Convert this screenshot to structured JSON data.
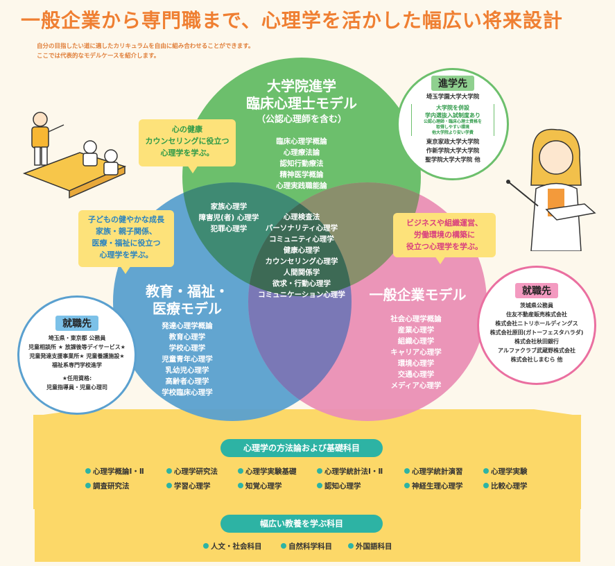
{
  "title": "一般企業から専門職まで、心理学を活かした幅広い将来設計",
  "intro": [
    "自分の目指したい道に適したカリキュラムを自由に組み合わせることができます。",
    "ここでは代表的なモデルケースを紹介します。"
  ],
  "colors": {
    "accent_orange": "#ef7f32",
    "green_circle": "#6cbf6c",
    "blue_circle": "#5aa0cf",
    "pink_circle": "#ea8fb5",
    "teal_pill": "#2db3a4",
    "yellow_band": "#fcd868"
  },
  "green_model": {
    "heading": [
      "大学院進学",
      "臨床心理士モデル"
    ],
    "note": "（公認心理師を含む）",
    "courses": [
      "臨床心理学概論",
      "心理療法論",
      "認知行動療法",
      "精神医学概論",
      "心理実践職能論"
    ]
  },
  "blue_model": {
    "heading": [
      "教育・福祉・",
      "医療モデル"
    ],
    "courses": [
      "発達心理学概論",
      "教育心理学",
      "学校心理学",
      "児童青年心理学",
      "乳幼児心理学",
      "高齢者心理学",
      "学校臨床心理学"
    ]
  },
  "pink_model": {
    "heading": "一般企業モデル",
    "courses": [
      "社会心理学概論",
      "産業心理学",
      "組織心理学",
      "キャリア心理学",
      "環境心理学",
      "交通心理学",
      "メディア心理学"
    ]
  },
  "green_blue_overlap": [
    "家族心理学",
    "障害児(者) 心理学",
    "犯罪心理学"
  ],
  "center_overlap": [
    "心理検査法",
    "パーソナリティ心理学",
    "コミュニティ心理学",
    "健康心理学",
    "カウンセリング心理学",
    "人間関係学",
    "欲求・行動心理学",
    "コミュニケーション心理学"
  ],
  "callouts": {
    "green": [
      "心の健康",
      "カウンセリングに役立つ",
      "心理学を学ぶ。"
    ],
    "blue": [
      "子どもの健やかな成長",
      "家族・親子関係、",
      "医療・福祉に役立つ",
      "心理学を学ぶ。"
    ],
    "pink": [
      "ビジネスや組織運営、",
      "労働環境の構築に",
      "役立つ心理学を学ぶ。"
    ]
  },
  "grad_school": {
    "badge": "進学先",
    "top": "埼玉学園大学大学院",
    "box": [
      "大学院を併設",
      "学内選抜入試制度あり"
    ],
    "box_small": [
      "公認心理師・臨床心理士資格を",
      "取得しやすい環境",
      "他大学院より安い学費"
    ],
    "others": [
      "東京家政大学大学院",
      "作新学院大学大学院",
      "聖学院大学大学院 他"
    ]
  },
  "jobs_left": {
    "badge": "就職先",
    "items": [
      "埼玉県・東京都 公務員",
      "児童相談所 ★ 放課後等デイサービス★",
      "児童発達支援事業所★ 児童養護施設★",
      "福祉系専門学校進学"
    ],
    "qual_title": "★任用資格:",
    "qual": "児童指導員・児童心理司"
  },
  "jobs_right": {
    "badge": "就職先",
    "items": [
      "茨城県公務員",
      "住友不動産販売株式会社",
      "株式会社ニトリホールディングス",
      "株式会社原田(ガトーフェスタハラダ)",
      "株式会社秋田銀行",
      "アルファクラブ武蔵野株式会社",
      "株式会社しまむら 他"
    ]
  },
  "foundation": {
    "label": "心理学の方法論および基礎科目",
    "row1": [
      "心理学概論Ⅰ・Ⅱ",
      "心理学研究法",
      "心理学実験基礎",
      "心理学統計法Ⅰ・Ⅱ",
      "心理学統計演習",
      "心理学実験"
    ],
    "row2": [
      "調査研究法",
      "学習心理学",
      "知覚心理学",
      "認知心理学",
      "神経生理心理学",
      "比較心理学"
    ]
  },
  "liberal": {
    "label": "幅広い教養を学ぶ科目",
    "items": [
      "人文・社会科目",
      "自然科学科目",
      "外国語科目"
    ]
  }
}
